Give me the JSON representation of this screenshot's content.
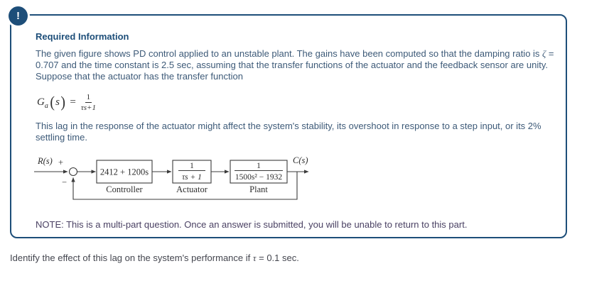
{
  "alert": {
    "icon_glyph": "!",
    "title": "Required Information",
    "para1": {
      "prefix": "The given figure shows PD control applied to an unstable plant. The gains have been computed so that the damping ratio is ",
      "zeta": "ζ",
      "suffix": " = 0.707 and the time constant is 2.5 sec, assuming that the transfer functions of the actuator and the feedback sensor are unity. Suppose that the actuator has the transfer function"
    },
    "formula": {
      "base": "G",
      "sub": "a",
      "lparen": "(",
      "arg": "s",
      "rparen": ")",
      "equals": "=",
      "numerator": "1",
      "denominator": "τs+1"
    },
    "para2": "This lag in the response of the actuator might affect the system's stability, its overshoot in response to a step input, or its 2% settling time.",
    "note": "NOTE: This is a multi-part question. Once an answer is submitted, you will be unable to return to this part."
  },
  "diagram": {
    "input_label": "R(s)",
    "plus_sign": "+",
    "minus_sign": "−",
    "controller": {
      "tf": "2412 + 1200s",
      "label": "Controller"
    },
    "actuator": {
      "num": "1",
      "den": "τs + 1",
      "label": "Actuator"
    },
    "plant": {
      "num": "1",
      "den": "1500s² − 1932",
      "label": "Plant"
    },
    "output_label": "C(s)"
  },
  "question": {
    "prefix": "Identify the effect of this lag on the system's performance if ",
    "tau": "τ",
    "suffix": " = 0.1 sec."
  },
  "colors": {
    "accent_navy": "#1d4e79",
    "body_text": "#3d5a78",
    "note_text": "#4a4163",
    "diagram_ink": "#3b3b3b"
  }
}
